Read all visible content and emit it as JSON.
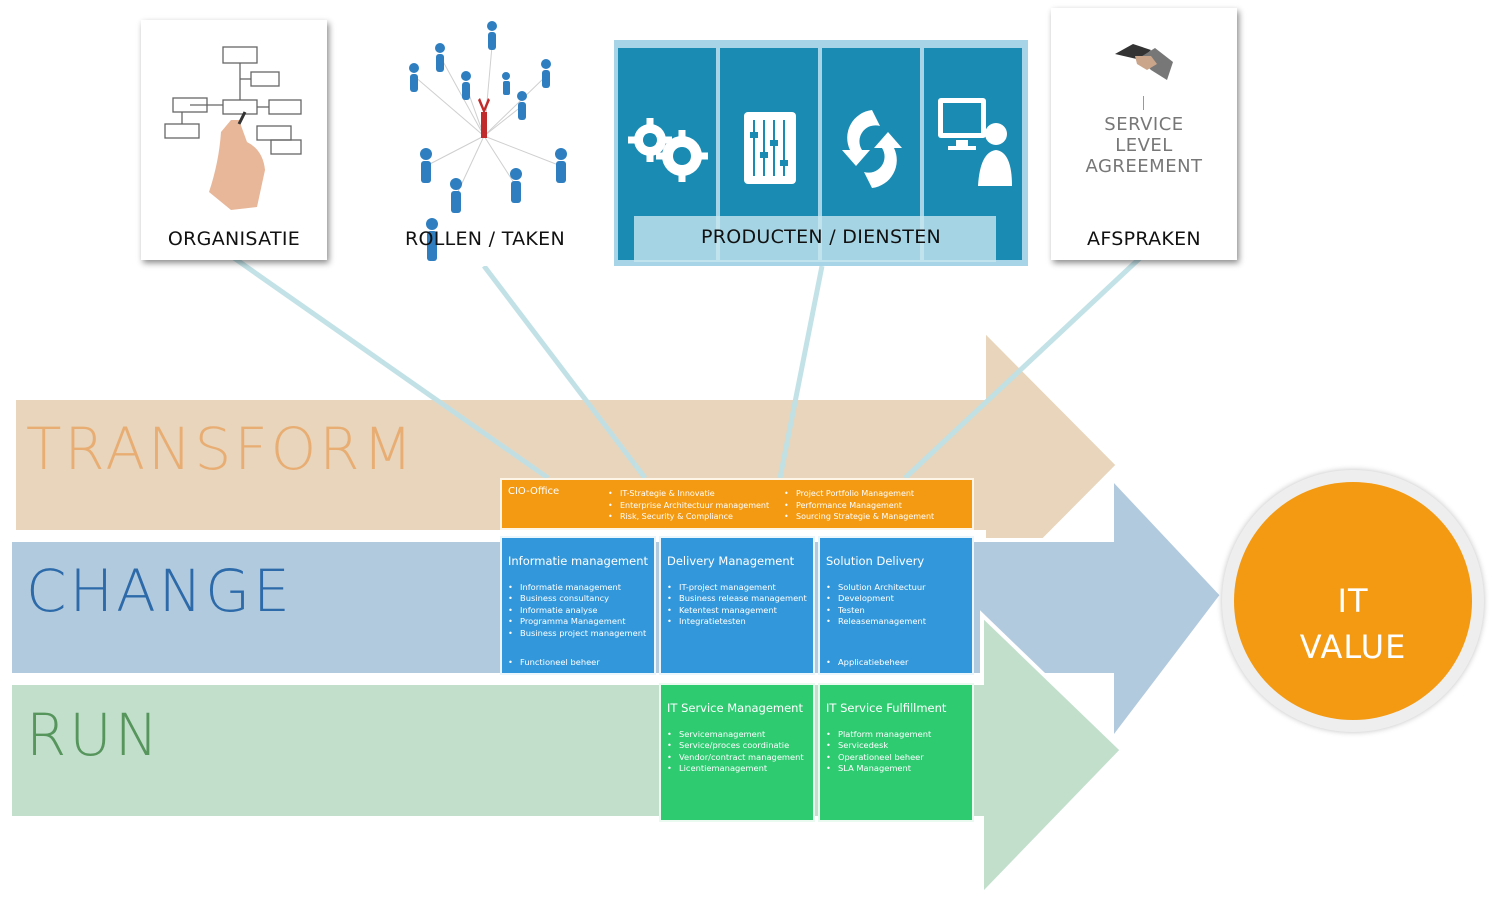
{
  "cards": {
    "organisatie": "ORGANISATIE",
    "rollen": "ROLLEN / TAKEN",
    "producten": "PRODUCTEN / DIENSTEN",
    "afspraken": "AFSPRAKEN",
    "sla_lines": [
      "SERVICE",
      "LEVEL",
      "AGREEMENT"
    ]
  },
  "lanes": {
    "transform": "TRANSFORM",
    "change": "CHANGE",
    "run": "RUN"
  },
  "colors": {
    "transform": "#e8d5bb",
    "change": "#b2cade",
    "run": "#c2dfcc",
    "orange": "#f39a12",
    "blue": "#3398db",
    "green": "#2ecb71",
    "teal_dark": "#1a8cb3"
  },
  "cio": {
    "title": "CIO-Office",
    "col1": [
      "IT-Strategie & Innovatie",
      "Enterprise Architectuur management",
      "Risk, Security & Compliance"
    ],
    "col2": [
      "Project Portfolio Management",
      "Performance Management",
      "Sourcing Strategie & Management"
    ]
  },
  "change_boxes": [
    {
      "title": "Informatie management",
      "items": [
        "Informatie management",
        "Business consultancy",
        "Informatie analyse",
        "Programma Management",
        "Business project management"
      ],
      "footer": "Functioneel beheer"
    },
    {
      "title": "Delivery Management",
      "items": [
        "IT-project management",
        "Business release management",
        "Ketentest management",
        "Integratietesten"
      ],
      "footer": ""
    },
    {
      "title": "Solution Delivery",
      "items": [
        "Solution Architectuur",
        "Development",
        "Testen",
        "Releasemanagement"
      ],
      "footer": "Applicatiebeheer"
    }
  ],
  "run_boxes": [
    {
      "title": "IT Service Management",
      "items": [
        "Servicemanagement",
        "Service/proces coordinatie",
        "Vendor/contract management",
        "Licentiemanagement"
      ]
    },
    {
      "title": "IT Service Fulfillment",
      "items": [
        "Platform management",
        "Servicedesk",
        "Operationeel beheer",
        "SLA Management"
      ]
    }
  ],
  "it_value": {
    "line1": "IT",
    "line2": "VALUE"
  },
  "icons": [
    "org-chart-icon",
    "network-people-icon",
    "gears-icon",
    "mixer-icon",
    "refresh-arrows-icon",
    "computer-user-icon",
    "handshake-icon"
  ]
}
